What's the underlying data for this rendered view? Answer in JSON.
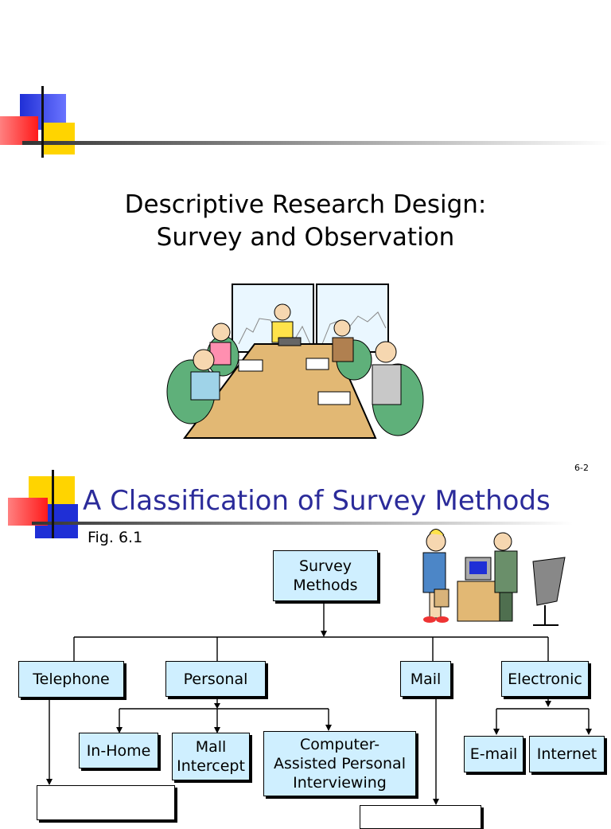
{
  "slide1": {
    "title_line1": "Descriptive Research Design:",
    "title_line2": "Survey and Observation"
  },
  "slide2": {
    "slide_number": "6-2",
    "heading": "A Classification of Survey Methods",
    "figure_label": "Fig. 6.1",
    "nodes": {
      "root": "Survey Methods",
      "telephone": "Telephone",
      "personal": "Personal",
      "mail": "Mail",
      "electronic": "Electronic",
      "in_home": "In-Home",
      "mall_intercept": "Mall Intercept",
      "capi": "Computer-Assisted Personal Interviewing",
      "email": "E-mail",
      "internet": "Internet"
    }
  },
  "colors": {
    "heading": "#2b2b9a",
    "box_fill": "#cfefff",
    "deco_blue": "#1f2fd6",
    "deco_red": "#ff2020",
    "deco_yellow": "#ffd400"
  },
  "icons": [
    "meeting-clipart",
    "office-clipart",
    "title-decoration"
  ]
}
